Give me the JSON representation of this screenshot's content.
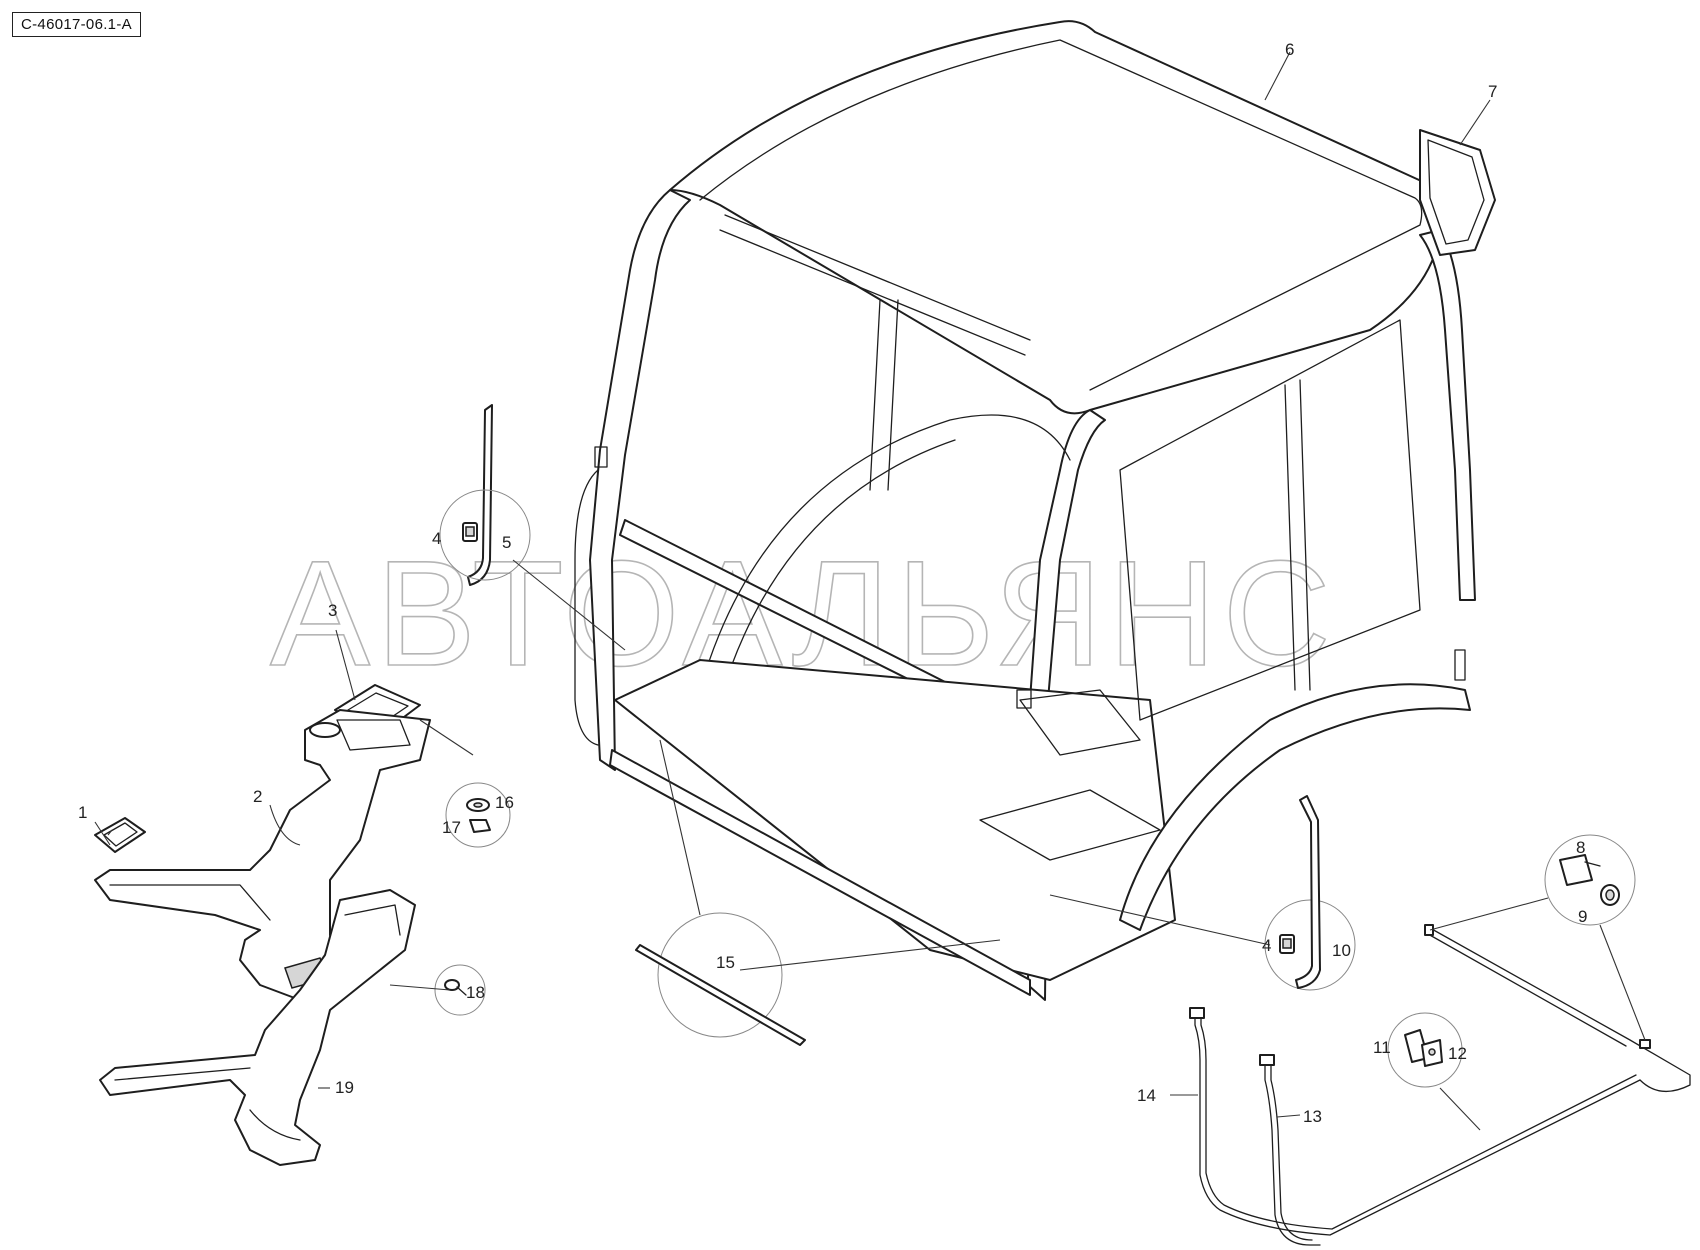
{
  "diagram": {
    "reference_code": "C-46017-06.1-A",
    "watermark": "АВТОАЛЬЯНС",
    "callouts": [
      {
        "id": "1",
        "text": "1"
      },
      {
        "id": "2",
        "text": "2"
      },
      {
        "id": "3",
        "text": "3"
      },
      {
        "id": "4a",
        "text": "4"
      },
      {
        "id": "4b",
        "text": "4"
      },
      {
        "id": "5",
        "text": "5"
      },
      {
        "id": "6",
        "text": "6"
      },
      {
        "id": "7",
        "text": "7"
      },
      {
        "id": "8",
        "text": "8"
      },
      {
        "id": "9",
        "text": "9"
      },
      {
        "id": "10",
        "text": "10"
      },
      {
        "id": "11",
        "text": "11"
      },
      {
        "id": "12",
        "text": "12"
      },
      {
        "id": "13",
        "text": "13"
      },
      {
        "id": "14",
        "text": "14"
      },
      {
        "id": "15",
        "text": "15"
      },
      {
        "id": "16",
        "text": "16"
      },
      {
        "id": "17",
        "text": "17"
      },
      {
        "id": "18",
        "text": "18"
      },
      {
        "id": "19",
        "text": "19"
      }
    ]
  }
}
